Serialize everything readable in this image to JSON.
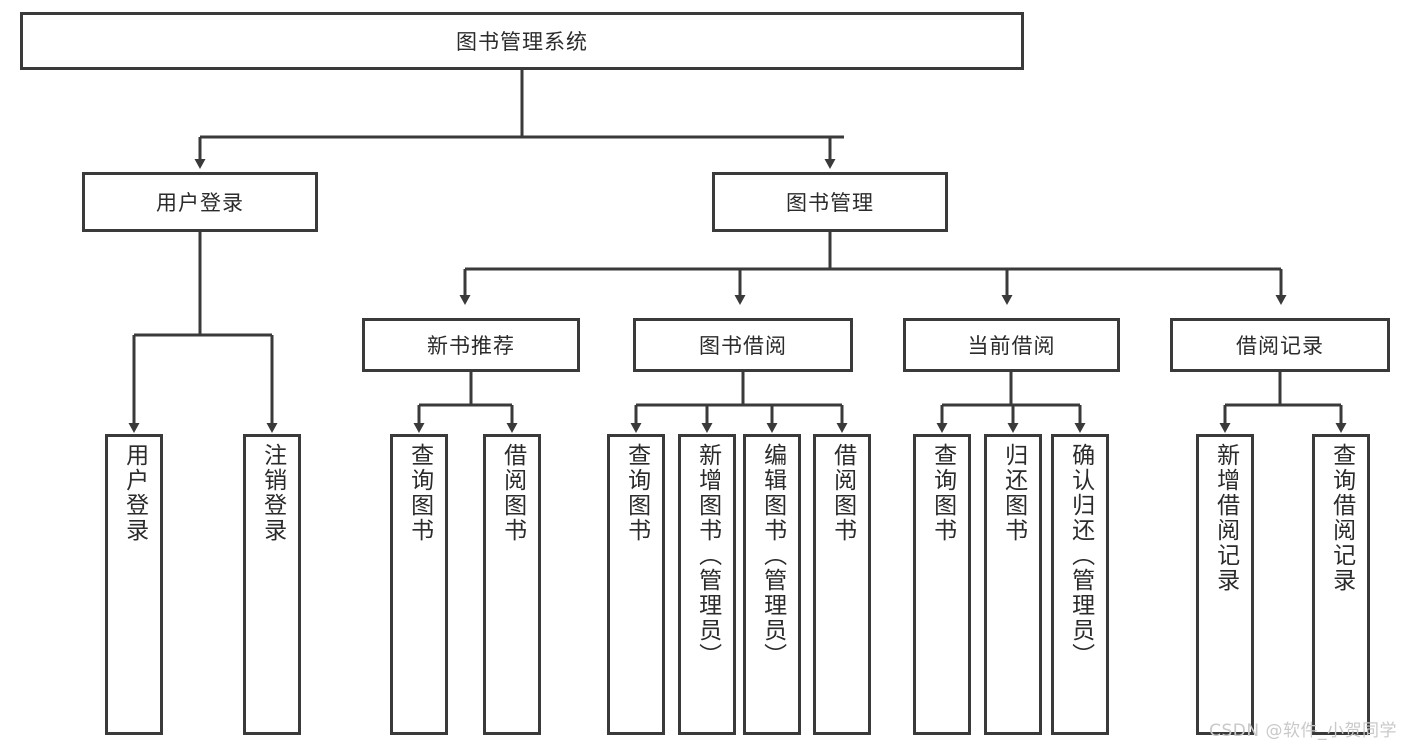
{
  "diagram": {
    "title": "图书管理系统",
    "root": {
      "label": "图书管理系统"
    },
    "level1": [
      {
        "label": "用户登录"
      },
      {
        "label": "图书管理"
      }
    ],
    "level2": [
      {
        "label": "新书推荐"
      },
      {
        "label": "图书借阅"
      },
      {
        "label": "当前借阅"
      },
      {
        "label": "借阅记录"
      }
    ],
    "leaves_user_login": [
      {
        "label": "用户登录"
      },
      {
        "label": "注销登录"
      }
    ],
    "leaves_new_books": [
      {
        "label": "查询图书"
      },
      {
        "label": "借阅图书"
      }
    ],
    "leaves_borrow": [
      {
        "label": "查询图书"
      },
      {
        "label": "新增图书（管理员）"
      },
      {
        "label": "编辑图书（管理员）"
      },
      {
        "label": "借阅图书"
      }
    ],
    "leaves_current": [
      {
        "label": "查询图书"
      },
      {
        "label": "归还图书"
      },
      {
        "label": "确认归还（管理员）"
      }
    ],
    "leaves_records": [
      {
        "label": "新增借阅记录"
      },
      {
        "label": "查询借阅记录"
      }
    ]
  },
  "watermark": {
    "text": "CSDN @软件_小贺同学"
  },
  "colors": {
    "stroke": "#3a3a3a",
    "text": "#2b2b2b",
    "background": "#ffffff",
    "watermark": "#c9c9c9"
  }
}
